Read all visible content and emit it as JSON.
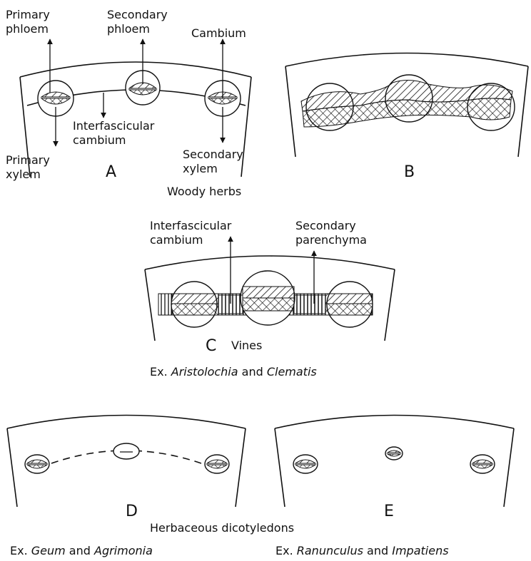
{
  "panel_a": {
    "letter": "A",
    "labels": {
      "primary_phloem": [
        "Primary",
        "phloem"
      ],
      "secondary_phloem": [
        "Secondary",
        "phloem"
      ],
      "cambium": "Cambium",
      "interfascicular_cambium": [
        "Interfascicular",
        "cambium"
      ],
      "primary_xylem": [
        "Primary",
        "xylem"
      ],
      "secondary_xylem": [
        "Secondary",
        "xylem"
      ]
    },
    "caption": "Woody herbs"
  },
  "panel_b": {
    "letter": "B"
  },
  "panel_c": {
    "letter": "C",
    "caption": "Vines",
    "labels": {
      "interfascicular_cambium": [
        "Interfascicular",
        "cambium"
      ],
      "secondary_parenchyma": [
        "Secondary",
        "parenchyma"
      ]
    },
    "example": {
      "prefix": "Ex. ",
      "genus1": "Aristolochia",
      "conj": " and ",
      "genus2": "Clematis"
    }
  },
  "panel_d": {
    "letter": "D",
    "example": {
      "prefix": "Ex. ",
      "genus1": "Geum",
      "conj": " and ",
      "genus2": "Agrimonia"
    }
  },
  "panel_e": {
    "letter": "E",
    "example": {
      "prefix": "Ex. ",
      "genus1": "Ranunculus",
      "conj": " and ",
      "genus2": "Impatiens"
    }
  },
  "bottom_caption": "Herbaceous dicotyledons",
  "colors": {
    "ink": "#111111",
    "background": "#ffffff"
  }
}
